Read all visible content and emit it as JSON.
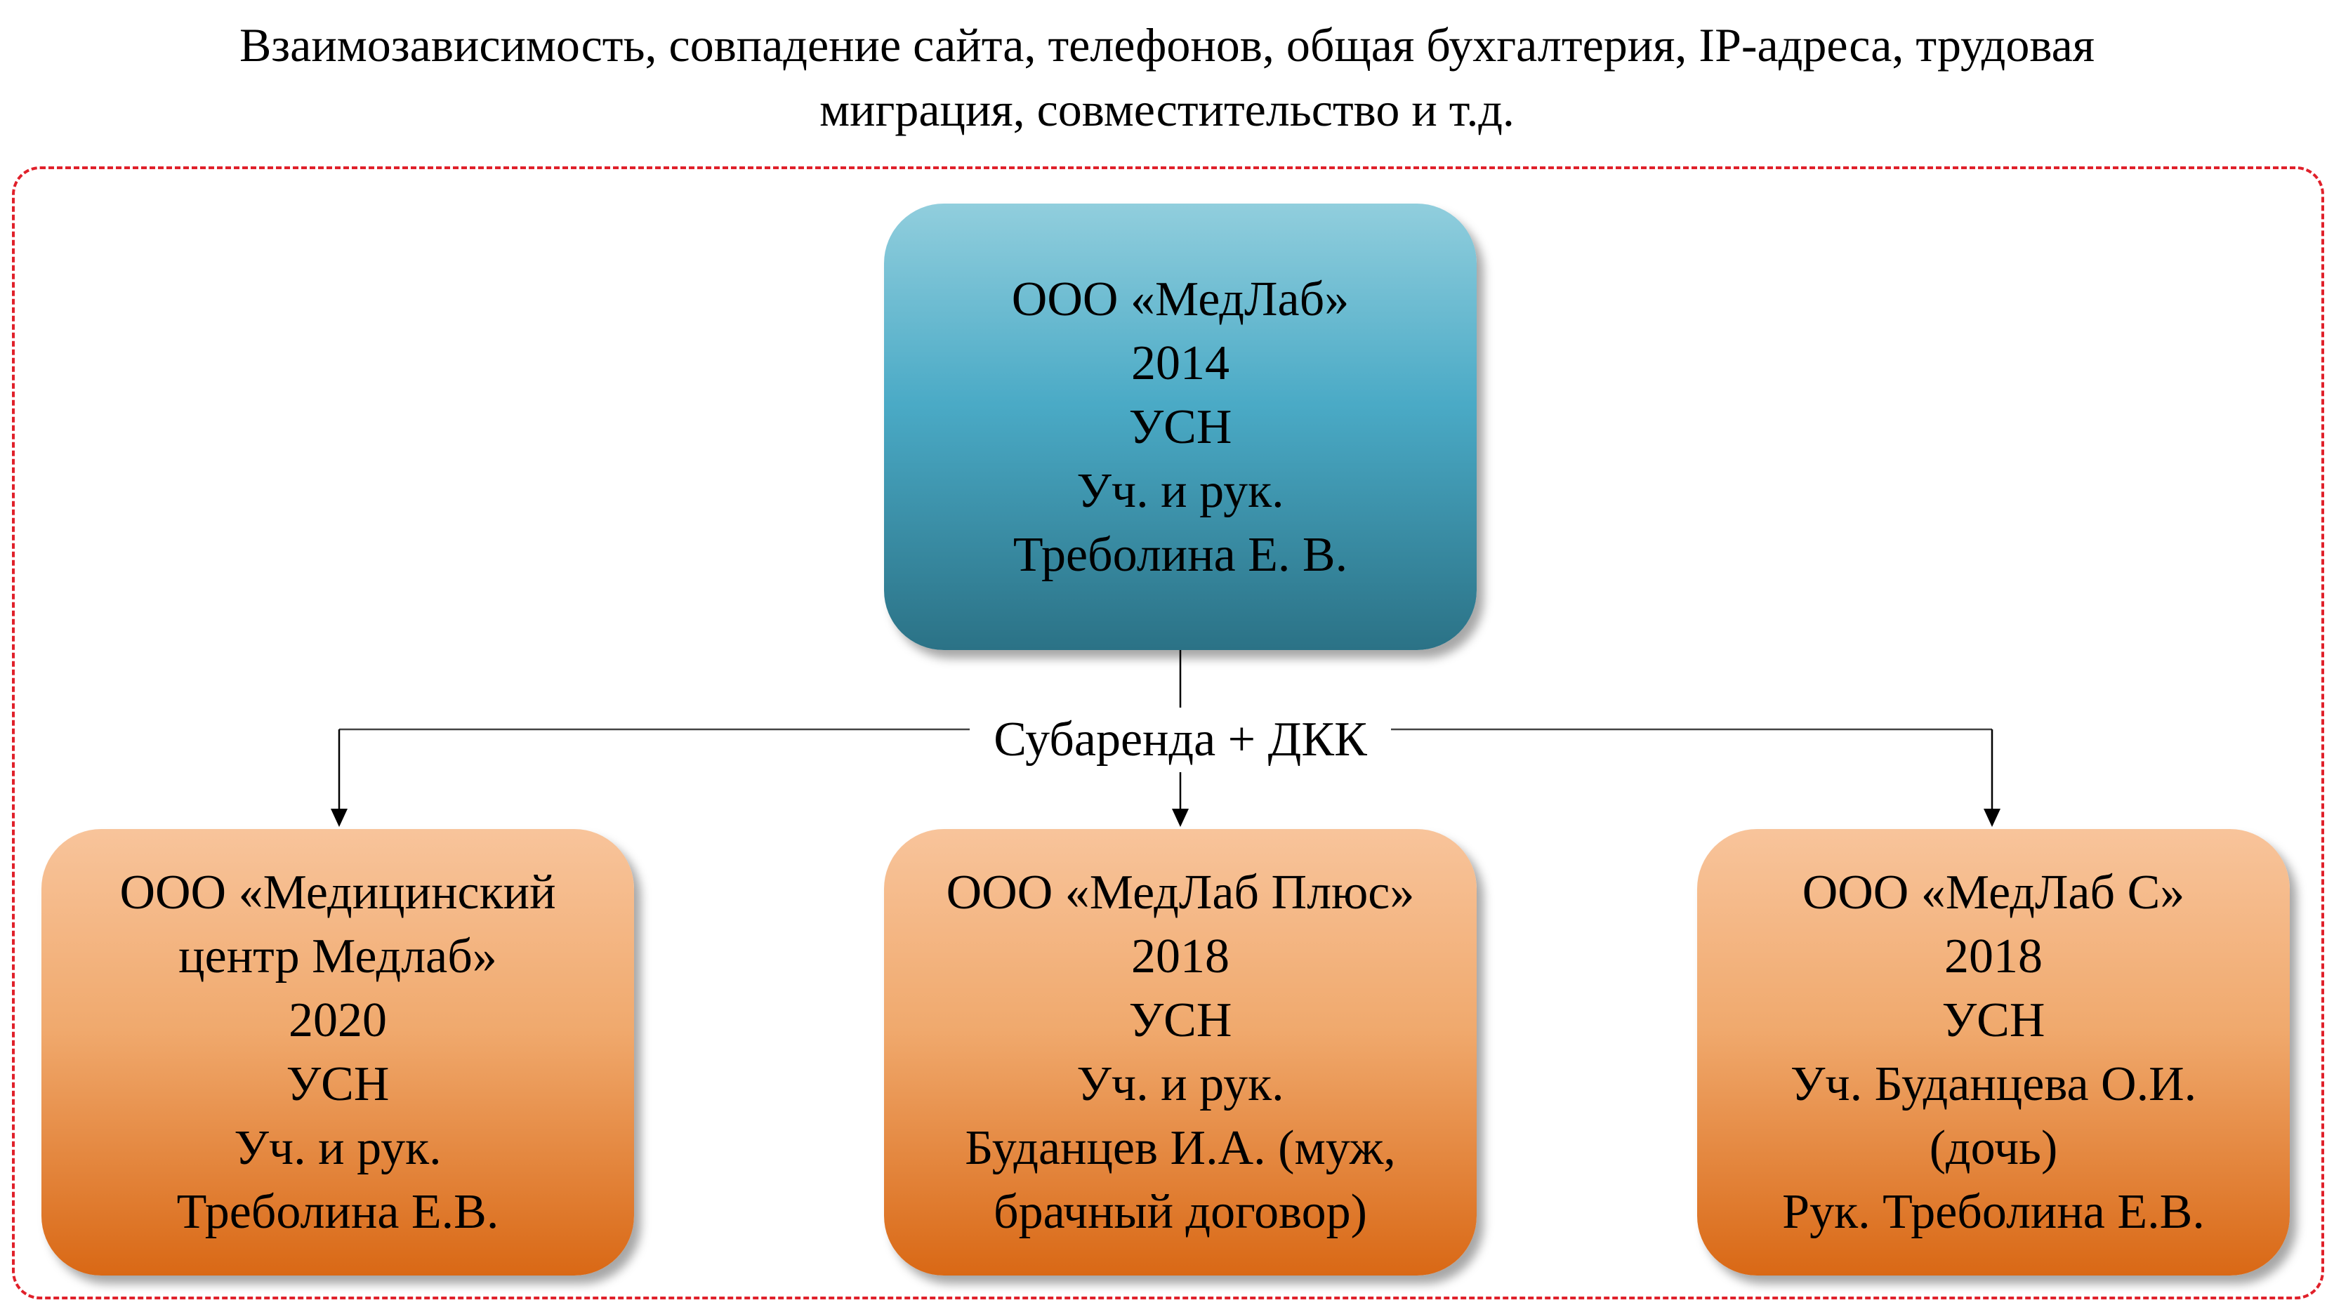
{
  "title": {
    "line1": "Взаимозависимость, совпадение сайта, телефонов, общая бухгалтерия, IP-адреса, трудовая",
    "line2": "миграция, совместительство и т.д."
  },
  "connector_label": "Субаренда + ДКК",
  "top_box": {
    "lines": [
      "ООО «МедЛаб»",
      "2014",
      "УСН",
      "Уч. и рук.",
      "Треболина Е. В."
    ]
  },
  "bottom_boxes": [
    {
      "lines": [
        "ООО «Медицинский",
        "центр Медлаб»",
        "2020",
        "УСН",
        "Уч. и рук.",
        "Треболина Е.В."
      ]
    },
    {
      "lines": [
        "ООО «МедЛаб Плюс»",
        "2018",
        "УСН",
        "Уч. и рук.",
        "Буданцев И.А. (муж,",
        "брачный договор)"
      ]
    },
    {
      "lines": [
        "ООО «МедЛаб С»",
        "2018",
        "УСН",
        "Уч. Буданцева О.И.",
        "(дочь)",
        "Рук. Треболина Е.В."
      ]
    }
  ],
  "colors": {
    "frame": "#e0202a",
    "top_box": "#4aaac6",
    "bottom_box": "#f0a96d"
  }
}
